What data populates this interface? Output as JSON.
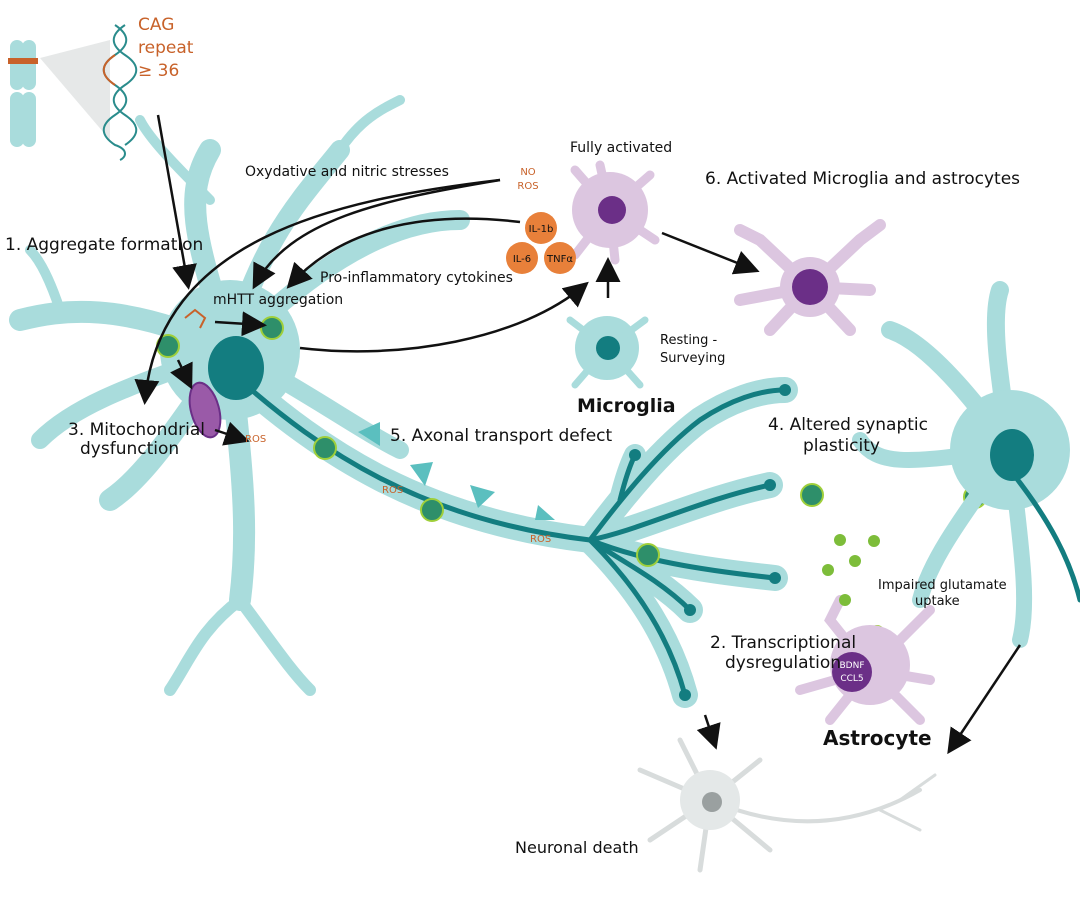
{
  "gene": {
    "line1": "CAG",
    "line2": "repeat",
    "line3": "≥ 36"
  },
  "labels": {
    "stresses": "Oxydative and nitric stresses",
    "no": "NO",
    "ros": "ROS",
    "fully_activated": "Fully activated",
    "activated_glia": "6. Activated Microglia and astrocytes",
    "aggregate_formation": "1. Aggregate formation",
    "mhtt": "mHTT aggregation",
    "cytokines": "Pro-inflammatory cytokines",
    "resting_1": "Resting -",
    "resting_2": "Surveying",
    "microglia": "Microglia",
    "mito_1": "3. Mitochondrial",
    "mito_2": "dysfunction",
    "ros_mito": "ROS",
    "axonal": "5. Axonal transport defect",
    "ros_axon1": "ROS",
    "ros_axon2": "ROS",
    "synaptic_1": "4. Altered synaptic",
    "synaptic_2": "plasticity",
    "glutamate_1": "Impaired glutamate",
    "glutamate_2": "uptake",
    "transcript_1": "2. Transcriptional",
    "transcript_2": "dysregulation",
    "astrocyte": "Astrocyte",
    "bdnf": "BDNF",
    "ccl5": "CCL5",
    "death": "Neuronal death"
  },
  "cytokines": {
    "il1b": "IL-1b",
    "il6": "IL-6",
    "tnfa": "TNFα"
  },
  "colors": {
    "neuron": "#a9dcdc",
    "nucleus": "#137d80",
    "microglia_active": "#dcc6e0",
    "glia_nucleus": "#6b2f87",
    "cytokine": "#e8803a",
    "ros_text": "#c8622a",
    "glutamate": "#7dbd3a",
    "dead_neuron": "#d8dcdc"
  }
}
